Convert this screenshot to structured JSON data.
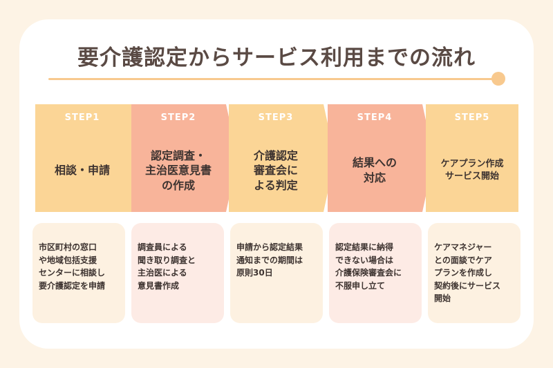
{
  "title": "要介護認定からサービス利用までの流れ",
  "colors": {
    "background": "#fdf3e5",
    "panel": "#ffffff",
    "accent_yellow": "#fbd596",
    "accent_salmon": "#f8b49a",
    "card_yellow": "#fdf1e1",
    "card_pink": "#fdebe5",
    "title_text": "#5a4a44"
  },
  "steps": [
    {
      "label": "STEP1",
      "title": "相談・申請",
      "description": "市区町村の窓口\nや地域包括支援\nセンターに相談し\n要介護認定を申請"
    },
    {
      "label": "STEP2",
      "title": "認定調査・\n主治医意見書\nの作成",
      "description": "調査員による\n聞き取り調査と\n主治医による\n意見書作成"
    },
    {
      "label": "STEP3",
      "title": "介護認定\n審査会に\nよる判定",
      "description": "申請から認定結果\n通知までの期間は\n原則30日"
    },
    {
      "label": "STEP4",
      "title": "結果への\n対応",
      "description": "認定結果に納得\nできない場合は\n介護保険審査会に\n不服申し立て"
    },
    {
      "label": "STEP5",
      "title": "ケアプラン作成\nサービス開始",
      "description": "ケアマネジャー\nとの面談でケア\nプランを作成し\n契約後にサービス\n開始"
    }
  ]
}
